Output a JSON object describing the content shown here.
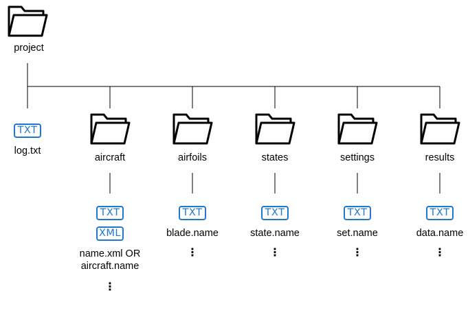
{
  "root": {
    "name": "project"
  },
  "root_file": {
    "badge": "TXT",
    "name": "log.txt"
  },
  "folders": [
    {
      "name": "aircraft",
      "badges": [
        "TXT",
        "XML"
      ],
      "file_line1": "name.xml OR",
      "file_line2": "aircraft.name",
      "more": "⋮"
    },
    {
      "name": "airfoils",
      "badges": [
        "TXT"
      ],
      "file_line1": "blade.name",
      "more": "⋮"
    },
    {
      "name": "states",
      "badges": [
        "TXT"
      ],
      "file_line1": "state.name",
      "more": "⋮"
    },
    {
      "name": "settings",
      "badges": [
        "TXT"
      ],
      "file_line1": "set.name",
      "more": "⋮"
    },
    {
      "name": "results",
      "badges": [
        "TXT"
      ],
      "file_line1": "data.name",
      "more": "⋮"
    }
  ],
  "colors": {
    "badge": "#1e78d2",
    "line": "#000000"
  },
  "icons": {
    "folder": "folder-icon",
    "file": "file-badge-icon"
  }
}
